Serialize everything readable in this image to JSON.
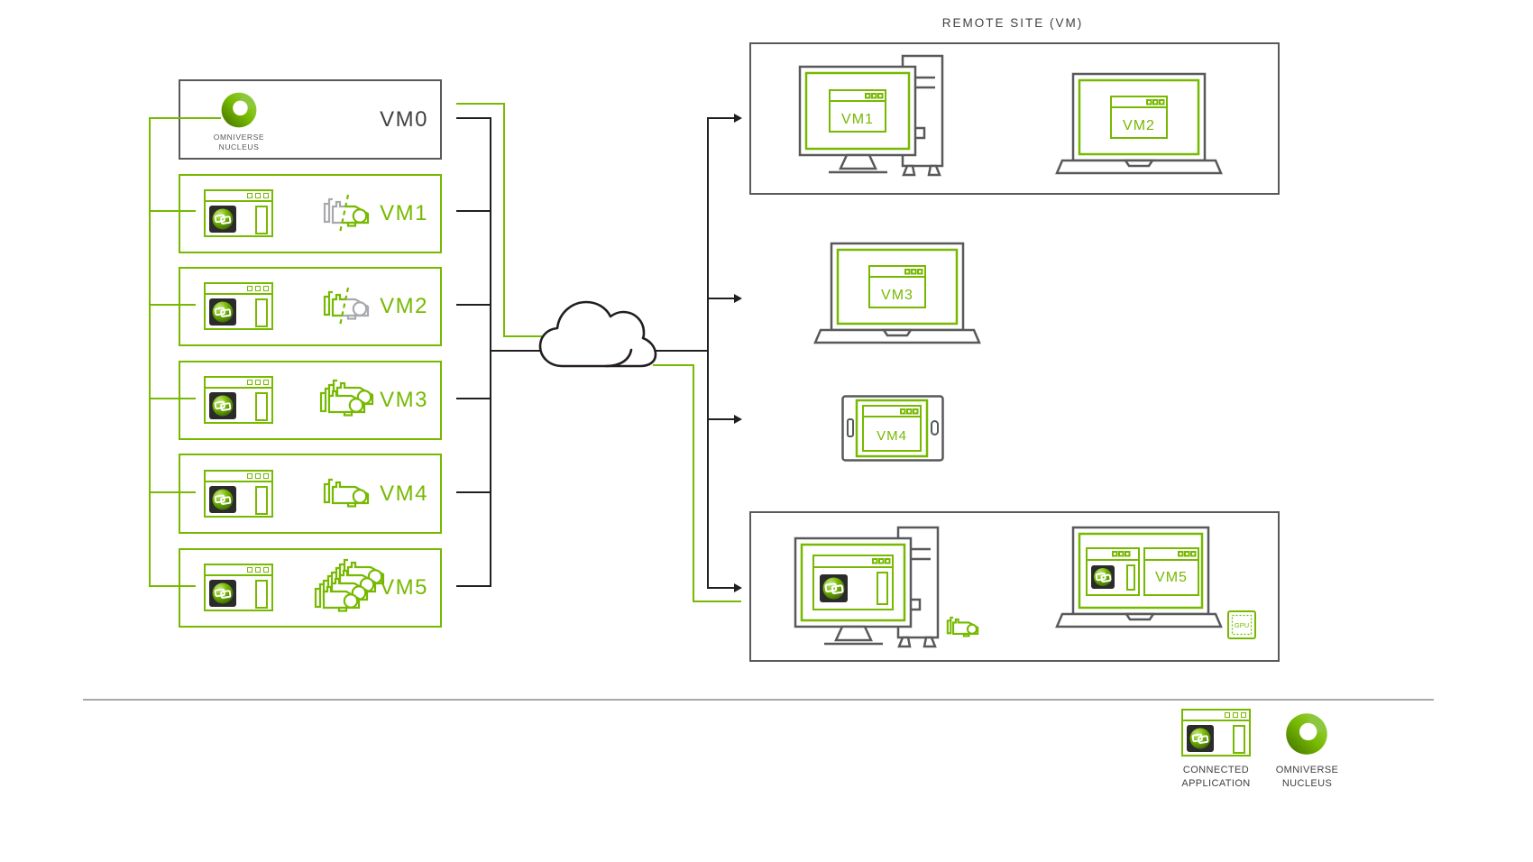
{
  "colors": {
    "nvidia_green": "#76b900",
    "line_black": "#231f20",
    "device_gray": "#58595b",
    "inactive_gray": "#a7a9ac",
    "divider_gray": "#a7a9ac"
  },
  "host": {
    "vms": [
      {
        "label": "VM0",
        "caption": "OMNIVERSE NUCLEUS",
        "contents": "omniverse-nucleus-server"
      },
      {
        "label": "VM1",
        "contents": "connected-application",
        "gpu": "shared-gpu-right-slice"
      },
      {
        "label": "VM2",
        "contents": "connected-application",
        "gpu": "shared-gpu-left-slice"
      },
      {
        "label": "VM3",
        "contents": "connected-application",
        "gpu": "dual-gpu"
      },
      {
        "label": "VM4",
        "contents": "connected-application",
        "gpu": "single-gpu"
      },
      {
        "label": "VM5",
        "contents": "connected-application",
        "gpu": "quad-gpu"
      }
    ]
  },
  "remote": {
    "title": "REMOTE SITE (VM)",
    "devices": [
      {
        "type": "desktop",
        "label": "VM1"
      },
      {
        "type": "laptop",
        "label": "VM2"
      },
      {
        "type": "laptop",
        "label": "VM3"
      },
      {
        "type": "tablet",
        "label": "VM4"
      },
      {
        "type": "desktop-with-application",
        "label": ""
      },
      {
        "type": "laptop-with-application",
        "label": "VM5"
      }
    ],
    "gpu_chip_label": "GPU"
  },
  "legend": {
    "connected_application": "CONNECTED APPLICATION",
    "omniverse_nucleus": "OMNIVERSE NUCLEUS"
  }
}
